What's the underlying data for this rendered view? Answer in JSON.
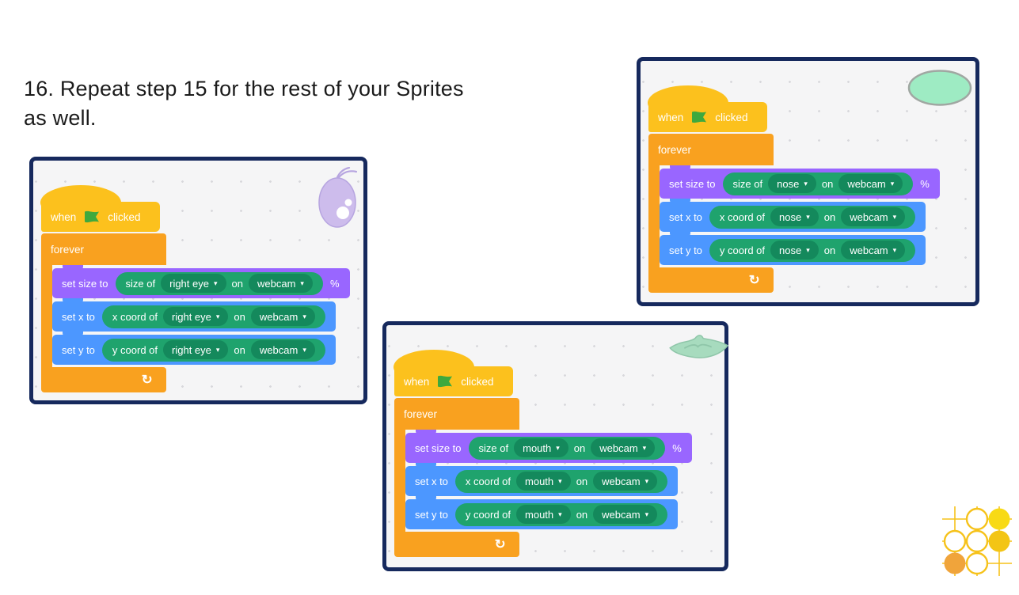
{
  "title": "16. Repeat step 15 for the rest of your Sprites as well.",
  "labels": {
    "when": "when",
    "clicked": "clicked",
    "forever": "forever",
    "set_size_to": "set size to",
    "size_of": "size of",
    "set_x_to": "set x to",
    "x_coord_of": "x coord of",
    "set_y_to": "set y to",
    "y_coord_of": "y coord of",
    "on": "on",
    "webcam": "webcam",
    "percent": "%",
    "caret": "▾",
    "loop_arrow": "↻"
  },
  "panels": [
    {
      "sprite": "right-eye",
      "target": "right eye"
    },
    {
      "sprite": "nose",
      "target": "nose"
    },
    {
      "sprite": "mouth",
      "target": "mouth"
    }
  ],
  "icons": {
    "green_flag": "green-flag-icon",
    "loop_arrow": "loop-arrow-icon",
    "dropdown_caret": "dropdown-caret-icon",
    "brand_logo": "go-grid-logo"
  },
  "colors": {
    "panel_border": "#16295D",
    "panel_bg": "#F5F5F6",
    "hat_yellow": "#FCC11D",
    "control_orange": "#F9A11F",
    "looks_purple": "#9966FF",
    "motion_blue": "#4C97FF",
    "reporter_green": "#1FA36D",
    "dropdown_green": "#14895C",
    "flag_green": "#3EA93E",
    "eye_sprite_lavender": "#CDBCEC",
    "nose_sprite_mint": "#9EEBC3",
    "mouth_sprite_green": "#A7DBBE",
    "logo_yellow": "#F6C21A",
    "logo_bright_yellow": "#F8DA15",
    "logo_gold": "#F3C515",
    "logo_orange": "#F0A43B",
    "text_dark": "#1B1B1B"
  }
}
